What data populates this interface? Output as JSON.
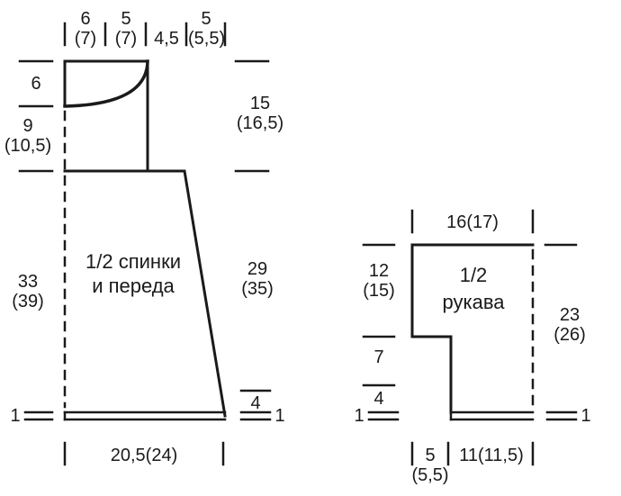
{
  "diagram": {
    "title": "Knitting schematic: half back/front and half sleeve",
    "line_color": "#1a1a1a",
    "background_color": "#ffffff",
    "pieces": [
      {
        "id": "body",
        "name_line1": "1/2 спинки",
        "name_line2": "и переда"
      },
      {
        "id": "sleeve",
        "name_line1": "1/2",
        "name_line2": "рукава"
      }
    ],
    "body_labels": {
      "top_seg_1": "6\n(7)",
      "top_seg_2": "5\n(7)",
      "top_seg_3": "4,5",
      "top_seg_4": "5\n(5,5)",
      "left_neck": "6",
      "left_shoulder": "9\n(10,5)",
      "left_body": "33\n(39)",
      "right_upper": "15\n(16,5)",
      "right_lower": "29\n(35)",
      "right_hem": "4",
      "bottom_width": "20,5(24)",
      "hem_left_mark": "1",
      "hem_right_mark": "1"
    },
    "sleeve_labels": {
      "top_width": "16(17)",
      "left_upper": "12\n(15)",
      "left_mid": "7",
      "left_hem": "4",
      "right_height": "23\n(26)",
      "bottom_seg_1": "5\n(5,5)",
      "bottom_seg_2": "11(11,5)",
      "hem_left_mark": "1",
      "hem_right_mark": "1"
    }
  }
}
